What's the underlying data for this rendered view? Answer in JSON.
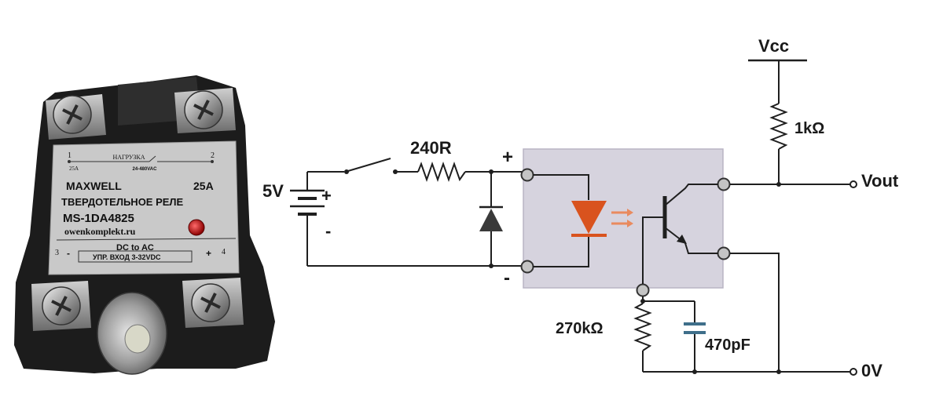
{
  "relay": {
    "label_load": "НАГРУЗКА",
    "label_load_range": "24-480VAC",
    "terminal_1": "1",
    "terminal_2": "2",
    "terminal_3": "3",
    "terminal_4": "4",
    "current_small": "25A",
    "brand": "MAXWELL",
    "rating": "25A",
    "type_ru": "ТВЕРДОТЕЛЬНОЕ РЕЛЕ",
    "model": "MS-1DA4825",
    "site": "owenkomplekt.ru",
    "mode": "DC to AC",
    "control_minus": "-",
    "control_plus": "+",
    "control_input": "УПР. ВХОД   3-32VDC"
  },
  "circuit": {
    "supply_label": "5V",
    "supply_plus": "+",
    "supply_minus": "-",
    "series_resistor": "240R",
    "opto_plus": "+",
    "opto_minus": "-",
    "vcc_label": "Vcc",
    "pullup_resistor": "1kΩ",
    "vout_label": "Vout",
    "base_resistor": "270kΩ",
    "capacitor": "470pF",
    "ground_label": "0V"
  },
  "colors": {
    "opto_body": "#d6d3de",
    "led": "#d9531e",
    "relay_housing": "#1c1c1c",
    "relay_label": "#c9c9c9",
    "indicator": "#cc1111"
  }
}
